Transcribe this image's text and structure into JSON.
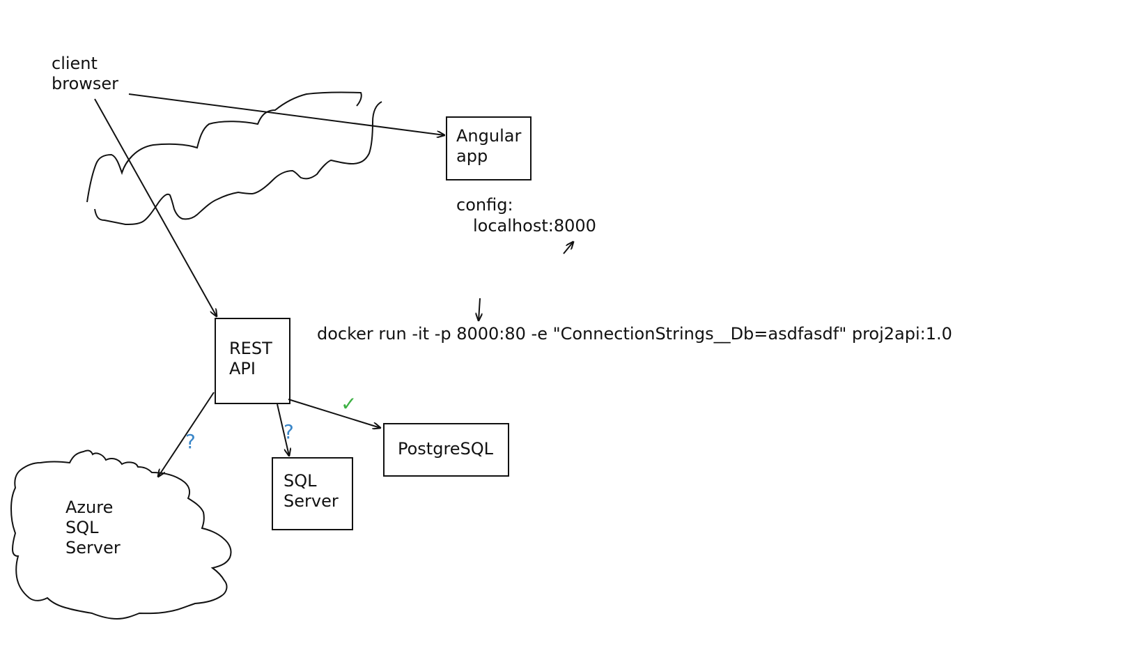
{
  "nodes": {
    "client": {
      "line1": "client",
      "line2": "browser"
    },
    "angular": {
      "line1": "Angular",
      "line2": "app"
    },
    "rest_api": {
      "line1": "REST",
      "line2": "API"
    },
    "azure": {
      "line1": "Azure",
      "line2": "SQL",
      "line3": "Server"
    },
    "sql_server": {
      "line1": "SQL",
      "line2": "Server"
    },
    "postgres": {
      "label": "PostgreSQL"
    }
  },
  "config": {
    "line1": "config:",
    "line2": "localhost:8000"
  },
  "command": {
    "text": "docker run -it -p 8000:80 -e \"ConnectionStrings__Db=asdfasdf\" proj2api:1.0"
  },
  "marks": {
    "azure_question": "?",
    "sqlserver_question": "?",
    "postgres_check": "✓"
  },
  "colors": {
    "ink": "#111111",
    "question": "#3a86c8",
    "check": "#3cb043"
  }
}
